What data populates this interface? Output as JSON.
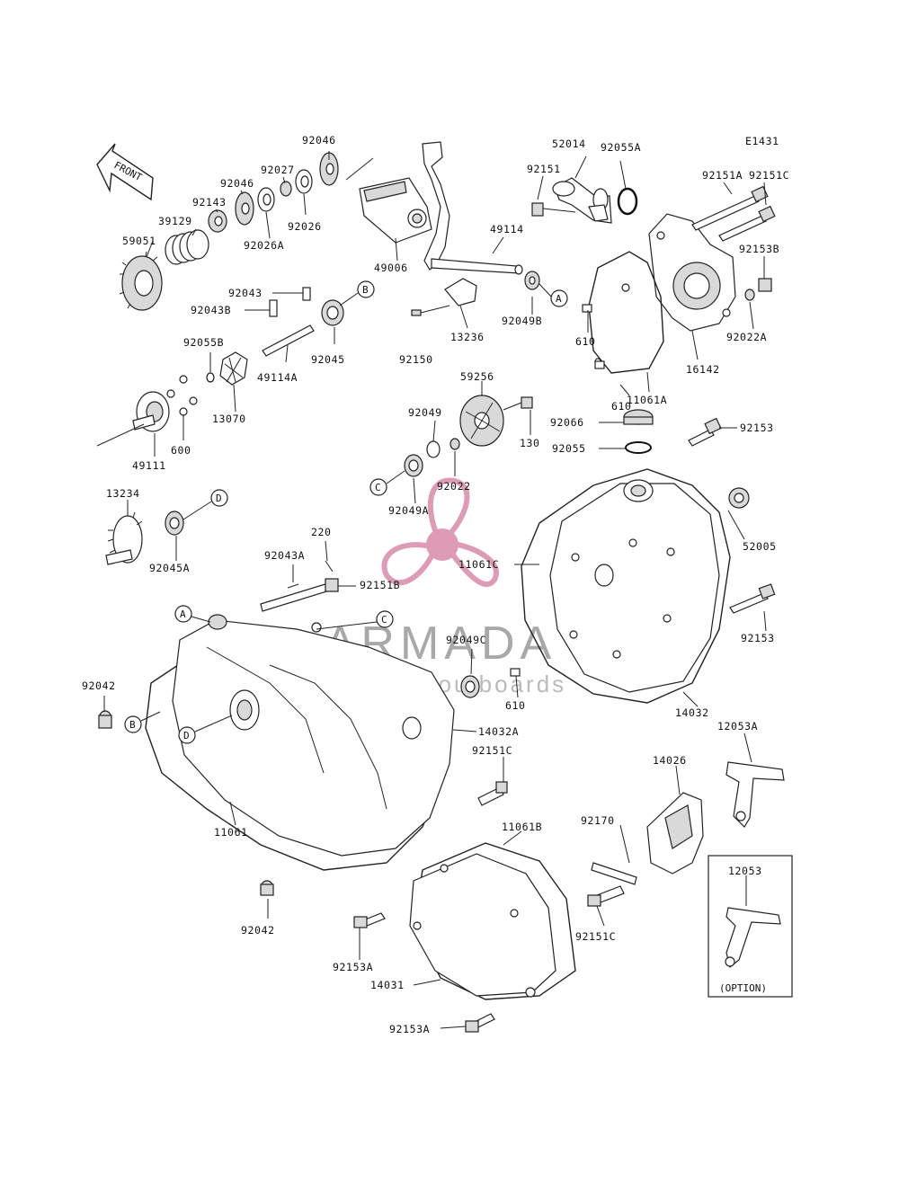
{
  "diagram": {
    "code": "E1431",
    "front_label": "FRONT",
    "option_label": "(OPTION)",
    "watermark": {
      "brand": "ARMADA",
      "tagline": "marine outboards",
      "accent_color": "#d98aaa"
    },
    "labels": [
      {
        "id": "92046-top",
        "text": "92046"
      },
      {
        "id": "92027",
        "text": "92027"
      },
      {
        "id": "92046-mid",
        "text": "92046"
      },
      {
        "id": "92143",
        "text": "92143"
      },
      {
        "id": "39129",
        "text": "39129"
      },
      {
        "id": "59051",
        "text": "59051"
      },
      {
        "id": "92026",
        "text": "92026"
      },
      {
        "id": "92026A",
        "text": "92026A"
      },
      {
        "id": "49006",
        "text": "49006"
      },
      {
        "id": "52014",
        "text": "52014"
      },
      {
        "id": "92055A",
        "text": "92055A"
      },
      {
        "id": "92151",
        "text": "92151"
      },
      {
        "id": "49114",
        "text": "49114"
      },
      {
        "id": "92151A",
        "text": "92151A"
      },
      {
        "id": "92151C-top",
        "text": "92151C"
      },
      {
        "id": "92153B",
        "text": "92153B"
      },
      {
        "id": "92043",
        "text": "92043"
      },
      {
        "id": "92043B",
        "text": "92043B"
      },
      {
        "id": "92045",
        "text": "92045"
      },
      {
        "id": "49114A",
        "text": "49114A"
      },
      {
        "id": "13236",
        "text": "13236"
      },
      {
        "id": "92049B",
        "text": "92049B"
      },
      {
        "id": "610-a",
        "text": "610"
      },
      {
        "id": "92022A",
        "text": "92022A"
      },
      {
        "id": "92150",
        "text": "92150"
      },
      {
        "id": "16142",
        "text": "16142"
      },
      {
        "id": "11061A",
        "text": "11061A"
      },
      {
        "id": "92055B",
        "text": "92055B"
      },
      {
        "id": "13070",
        "text": "13070"
      },
      {
        "id": "59256",
        "text": "59256"
      },
      {
        "id": "610-b",
        "text": "610"
      },
      {
        "id": "92049",
        "text": "92049"
      },
      {
        "id": "92066",
        "text": "92066"
      },
      {
        "id": "92153-a",
        "text": "92153"
      },
      {
        "id": "130",
        "text": "130"
      },
      {
        "id": "92055",
        "text": "92055"
      },
      {
        "id": "49111",
        "text": "49111"
      },
      {
        "id": "600",
        "text": "600"
      },
      {
        "id": "92022",
        "text": "92022"
      },
      {
        "id": "92049A",
        "text": "92049A"
      },
      {
        "id": "13234",
        "text": "13234"
      },
      {
        "id": "92045A",
        "text": "92045A"
      },
      {
        "id": "220",
        "text": "220"
      },
      {
        "id": "92043A",
        "text": "92043A"
      },
      {
        "id": "92151B",
        "text": "92151B"
      },
      {
        "id": "11061C",
        "text": "11061C"
      },
      {
        "id": "52005",
        "text": "52005"
      },
      {
        "id": "92153-b",
        "text": "92153"
      },
      {
        "id": "92049C",
        "text": "92049C"
      },
      {
        "id": "92042-a",
        "text": "92042"
      },
      {
        "id": "610-c",
        "text": "610"
      },
      {
        "id": "14032",
        "text": "14032"
      },
      {
        "id": "14032A",
        "text": "14032A"
      },
      {
        "id": "12053A",
        "text": "12053A"
      },
      {
        "id": "92151C-mid",
        "text": "92151C"
      },
      {
        "id": "14026",
        "text": "14026"
      },
      {
        "id": "11061",
        "text": "11061"
      },
      {
        "id": "11061B",
        "text": "11061B"
      },
      {
        "id": "92170",
        "text": "92170"
      },
      {
        "id": "12053",
        "text": "12053"
      },
      {
        "id": "92042-b",
        "text": "92042"
      },
      {
        "id": "92151C-bot",
        "text": "92151C"
      },
      {
        "id": "92153A-a",
        "text": "92153A"
      },
      {
        "id": "14031",
        "text": "14031"
      },
      {
        "id": "92153A-b",
        "text": "92153A"
      }
    ],
    "callouts": [
      {
        "id": "B-top",
        "text": "B"
      },
      {
        "id": "A-right",
        "text": "A"
      },
      {
        "id": "C-mid",
        "text": "C"
      },
      {
        "id": "D-mid",
        "text": "D"
      },
      {
        "id": "A-left",
        "text": "A"
      },
      {
        "id": "C-case",
        "text": "C"
      },
      {
        "id": "B-left",
        "text": "B"
      },
      {
        "id": "D-case",
        "text": "D"
      }
    ]
  }
}
